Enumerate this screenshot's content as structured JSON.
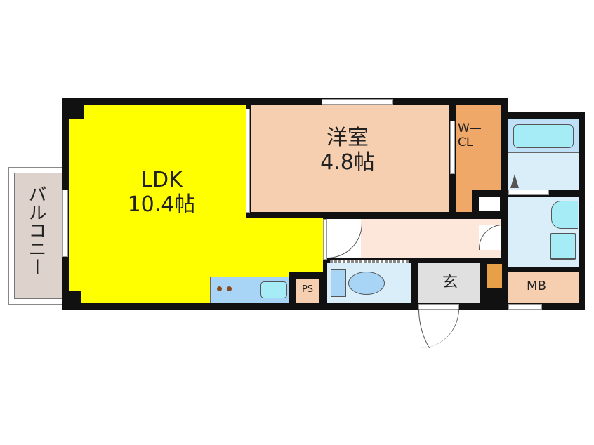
{
  "floor_plan": {
    "rooms": {
      "ldk": {
        "name": "LDK",
        "size": "10.4帖",
        "color": "#ffff00"
      },
      "western": {
        "name": "洋室",
        "size": "4.8帖",
        "color": "#f5cfb0"
      },
      "wcl": {
        "name_line1": "W—",
        "name_line2": "CL",
        "color": "#f0a868"
      },
      "balcony": {
        "name": "バルコニー",
        "color": "#ddd2cc"
      },
      "ps": {
        "name": "PS",
        "color": "#f5cfb0"
      },
      "entrance": {
        "name": "玄",
        "color": "#e0e0e0"
      },
      "mb": {
        "name": "MB",
        "color": "#f5cfb0"
      },
      "hall": {
        "color": "#fde6da"
      },
      "toilet": {
        "color": "#daeefa"
      },
      "bath": {
        "color": "#daeefa"
      },
      "washroom": {
        "color": "#daeefa"
      }
    },
    "colors": {
      "wall": "#111111",
      "fixture_blue": "#a8d4f5",
      "fixture_cyan": "#a6ecf7",
      "shoe_box": "#e8a048"
    }
  }
}
